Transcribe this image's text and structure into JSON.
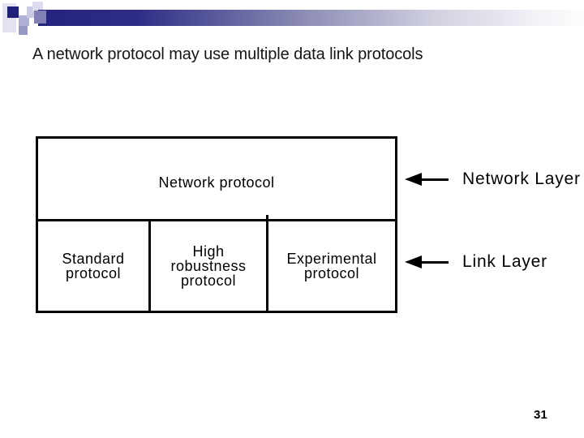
{
  "slide": {
    "title": "A network protocol may use multiple data link protocols",
    "page_number": "31"
  },
  "diagram": {
    "network_box": {
      "label": "Network protocol"
    },
    "link_cells": [
      {
        "label": "Standard\nprotocol"
      },
      {
        "label": "High\nrobustness\nprotocol"
      },
      {
        "label": "Experimental\nprotocol"
      }
    ],
    "annotations": {
      "network_layer": {
        "label": "Network Layer",
        "icon": "left-arrow-icon"
      },
      "link_layer": {
        "label": "Link Layer",
        "icon": "left-arrow-icon"
      }
    }
  },
  "colors": {
    "title_text": "#151515",
    "diagram_line": "#000000",
    "accent_navy": "#242480",
    "accent_lavender": "#e2e2f0"
  }
}
